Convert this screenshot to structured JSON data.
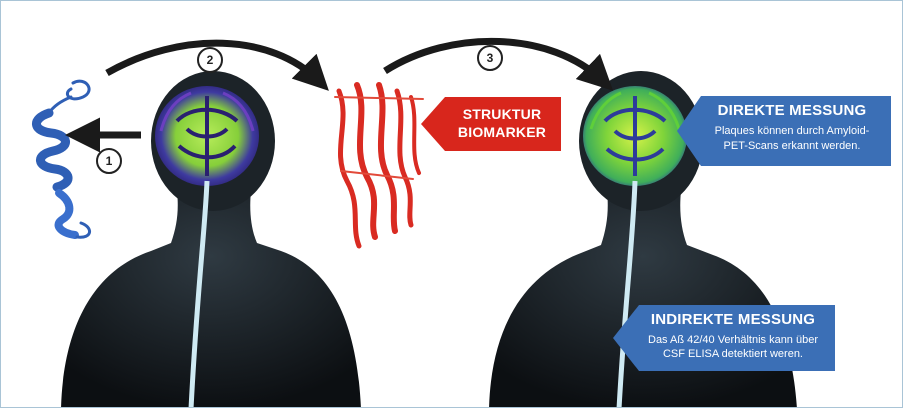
{
  "steps": {
    "one": "1",
    "two": "2",
    "three": "3"
  },
  "red_label": {
    "line1": "STRUKTUR",
    "line2": "BIOMARKER"
  },
  "direct": {
    "title": "DIREKTE MESSUNG",
    "line1": "Plaques können durch Amyloid-",
    "line2": "PET-Scans erkannt werden."
  },
  "indirect": {
    "title": "INDIREKTE MESSUNG",
    "line1": "Das Aß 42/40 Verhältnis kann über",
    "line2": "CSF ELISA detektiert weren."
  },
  "colors": {
    "callout_blue": "#3b6fb6",
    "callout_red": "#d8261c",
    "protein_blue": "#2f5fb5",
    "fibril_red": "#d92b22",
    "silhouette": "#15181c",
    "brain_purple": "#3a2f8f",
    "brain_green": "#9fe04a",
    "spine": "#cfeaf3"
  }
}
